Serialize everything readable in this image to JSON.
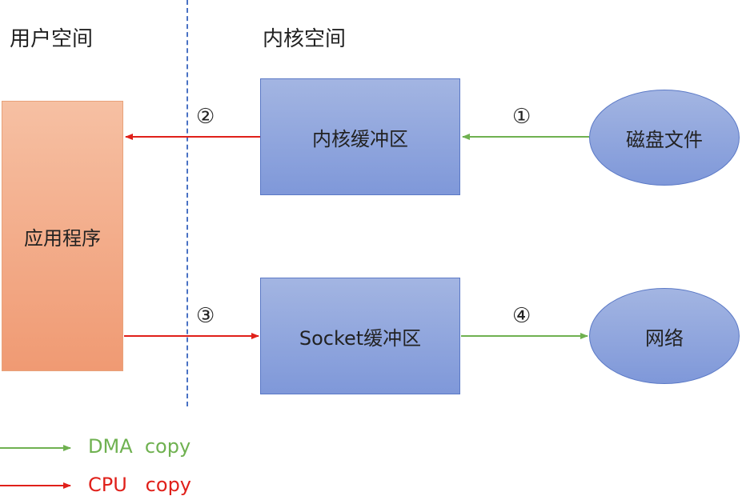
{
  "zones": {
    "user_space": "用户空间",
    "kernel_space": "内核空间"
  },
  "nodes": {
    "application": "应用程序",
    "kernel_buffer": "内核缓冲区",
    "socket_buffer": "Socket缓冲区",
    "disk_file": "磁盘文件",
    "network": "网络"
  },
  "steps": {
    "step1": "①",
    "step2": "②",
    "step3": "③",
    "step4": "④"
  },
  "edges": [
    {
      "step": "①",
      "from": "磁盘文件",
      "to": "内核缓冲区",
      "kind": "DMA"
    },
    {
      "step": "②",
      "from": "内核缓冲区",
      "to": "应用程序",
      "kind": "CPU"
    },
    {
      "step": "③",
      "from": "应用程序",
      "to": "Socket缓冲区",
      "kind": "CPU"
    },
    {
      "step": "④",
      "from": "Socket缓冲区",
      "to": "网络",
      "kind": "DMA"
    }
  ],
  "legend": {
    "dma": "DMA  copy",
    "cpu": "CPU   copy"
  },
  "colors": {
    "dma": "#6fb150",
    "cpu": "#e0201a",
    "buffer_fill": "#8fa6dd",
    "app_fill": "#f3ab87",
    "divider": "#4a72c4"
  }
}
